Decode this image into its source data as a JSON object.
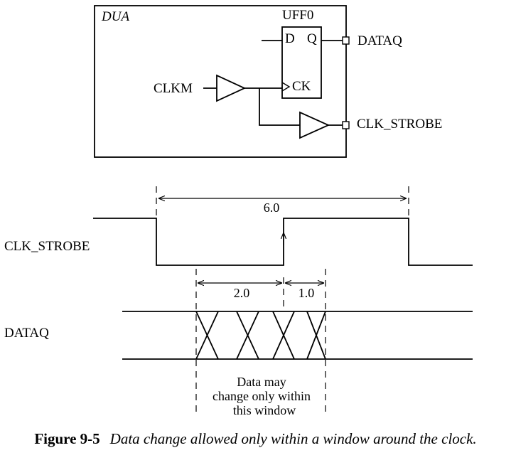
{
  "circuit": {
    "block_label": "DUA",
    "ff_name": "UFF0",
    "pin_d": "D",
    "pin_q": "Q",
    "pin_ck": "CK",
    "input_clk": "CLKM",
    "output_data": "DATAQ",
    "output_strobe": "CLK_STROBE"
  },
  "timing": {
    "signal_strobe": "CLK_STROBE",
    "signal_data": "DATAQ",
    "period": "6.0",
    "setup": "2.0",
    "hold": "1.0",
    "window_note": [
      "Data may",
      "change only within",
      "this window"
    ]
  },
  "caption": {
    "figure": "Figure 9-5",
    "text": "Data change allowed only within a window around the clock."
  }
}
